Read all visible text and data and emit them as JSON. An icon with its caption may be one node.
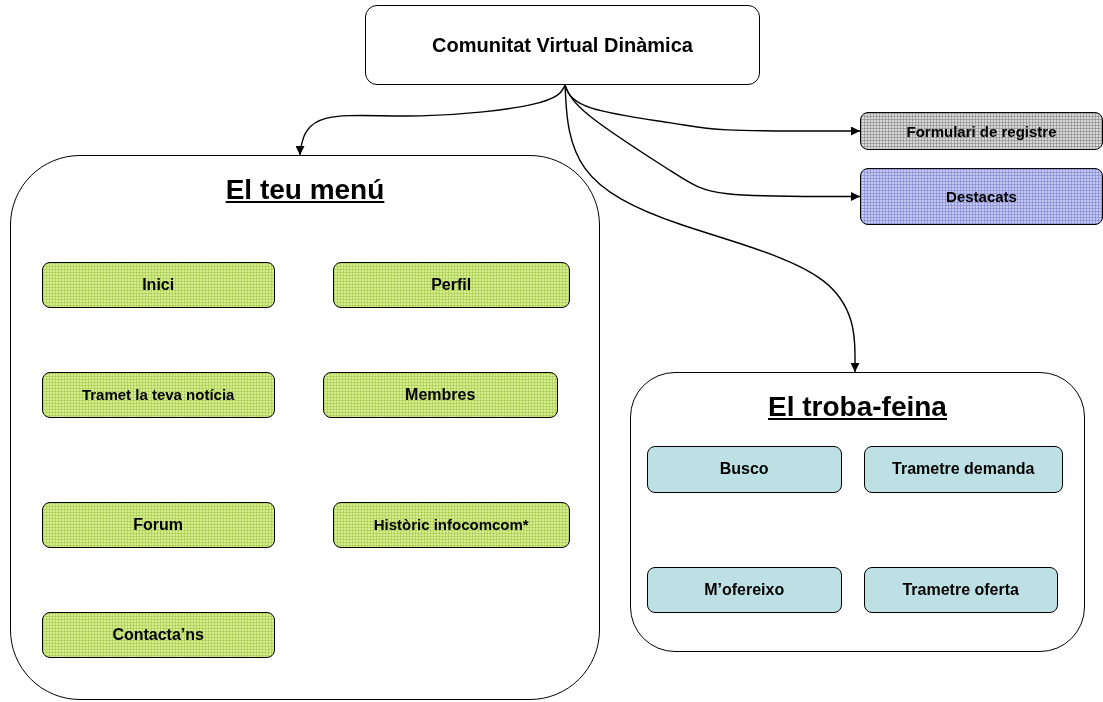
{
  "diagram": {
    "nodes": [
      {
        "text": [
          "Comunitat Virtual Dinàmica"
        ]
      },
      {
        "text": [
          "Formulari de registre"
        ]
      },
      {
        "text": [
          "Destacats"
        ]
      },
      {
        "text": [
          "El teu menú"
        ]
      },
      {
        "text": [
          "Inici"
        ],
        "in": 3
      },
      {
        "text": [
          "Perfil"
        ],
        "in": 3
      },
      {
        "text": [
          "Tramet la teva notícia"
        ],
        "in": 3
      },
      {
        "text": [
          "Membres"
        ],
        "in": 3
      },
      {
        "text": [
          "Forum"
        ],
        "in": 3
      },
      {
        "text": [
          "Històric infocomcom*"
        ],
        "in": 3
      },
      {
        "text": [
          "Contacta’ns"
        ],
        "in": 3
      },
      {
        "text": [
          "El troba-feina"
        ]
      },
      {
        "text": [
          "Busco"
        ],
        "in": 11
      },
      {
        "text": [
          "Trametre demanda"
        ],
        "in": 11
      },
      {
        "text": [
          "M’ofereixo"
        ],
        "in": 11
      },
      {
        "text": [
          "Trametre oferta"
        ],
        "in": 11
      }
    ],
    "edges": [
      {
        "from": 0,
        "to": 3,
        "arrow": "to"
      },
      {
        "from": 0,
        "to": 1,
        "arrow": "to"
      },
      {
        "from": 0,
        "to": 2,
        "arrow": "to"
      },
      {
        "from": 0,
        "to": 11,
        "arrow": "to"
      }
    ]
  }
}
